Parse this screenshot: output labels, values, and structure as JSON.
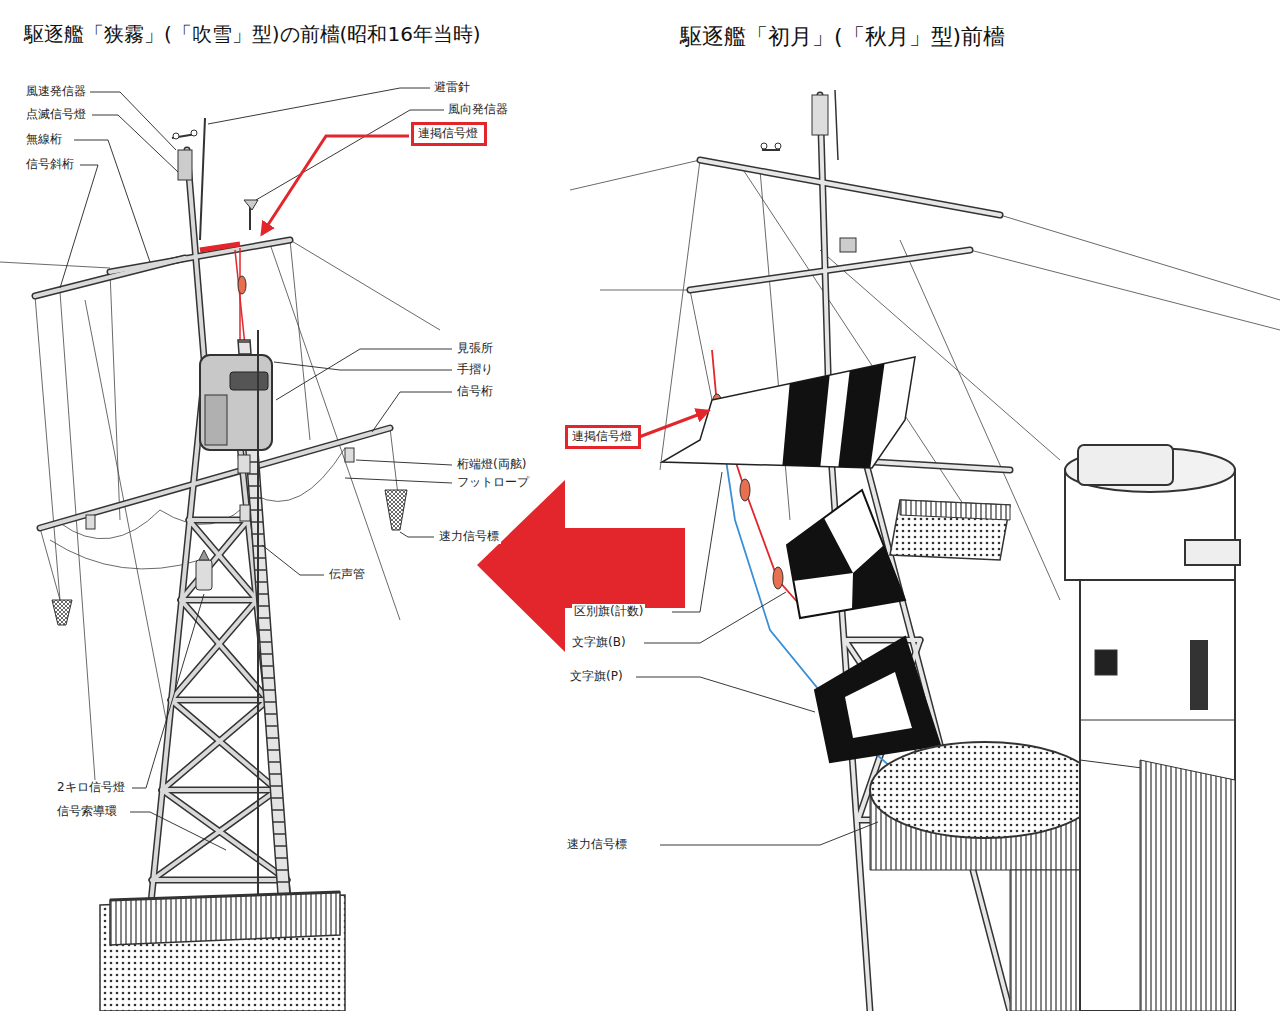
{
  "diagram": {
    "title": "駆逐艦「狭霧」(「吹雪」型)の前檣(昭和16年当時)",
    "nodes": [
      {
        "text": [
          "連掲信号燈"
        ]
      },
      {
        "text": [
          "連掲信号燈"
        ]
      }
    ],
    "labels": [
      "駆逐艦「初月」(「秋月」型)前檣",
      "風速発信器",
      "点滅信号燈",
      "無線桁",
      "信号斜桁",
      "避雷針",
      "風向発信器",
      "見張所",
      "手摺り",
      "信号桁",
      "桁端燈(両舷)",
      "フットロープ",
      "速力信号標",
      "伝声管",
      "2キロ信号燈",
      "信号索導環",
      "区別旗(計数)",
      "文字旗(B)",
      "文字旗(P)",
      "速力信号標"
    ]
  }
}
